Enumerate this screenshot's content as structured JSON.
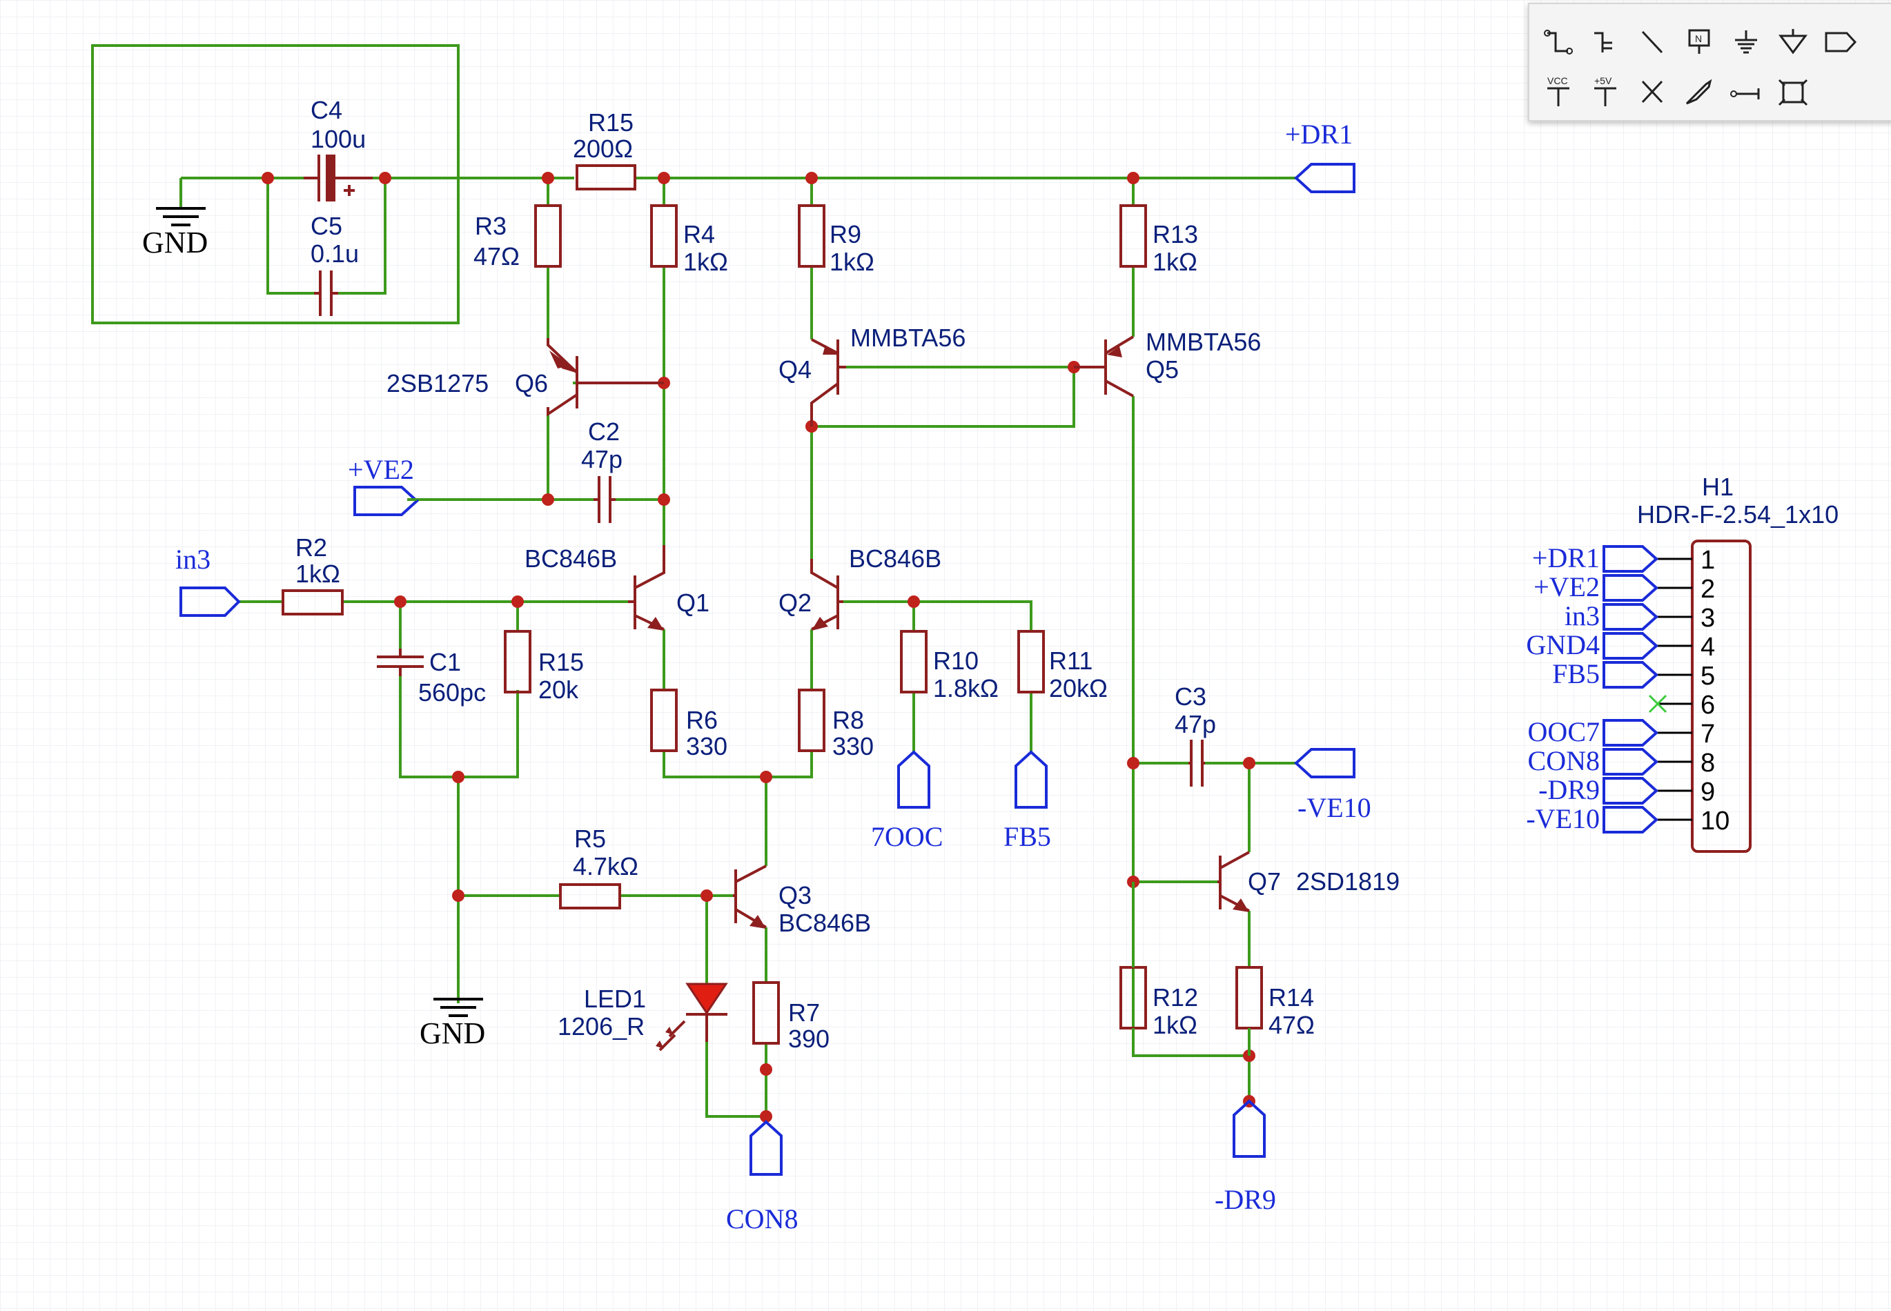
{
  "components": {
    "C4": {
      "ref": "C4",
      "value": "100u"
    },
    "C5": {
      "ref": "C5",
      "value": "0.1u"
    },
    "R15a": {
      "ref": "R15",
      "value": "200Ω"
    },
    "R3": {
      "ref": "R3",
      "value": "47Ω"
    },
    "R4": {
      "ref": "R4",
      "value": "1kΩ"
    },
    "R9": {
      "ref": "R9",
      "value": "1kΩ"
    },
    "R13": {
      "ref": "R13",
      "value": "1kΩ"
    },
    "Q4": {
      "ref": "Q4",
      "value": "MMBTA56"
    },
    "Q5": {
      "ref": "Q5",
      "value": "MMBTA56"
    },
    "Q6": {
      "ref": "Q6",
      "value": "2SB1275"
    },
    "C2": {
      "ref": "C2",
      "value": "47p"
    },
    "Q1": {
      "ref": "Q1",
      "value": "BC846B"
    },
    "Q2": {
      "ref": "Q2",
      "value": "BC846B"
    },
    "R2": {
      "ref": "R2",
      "value": "1kΩ"
    },
    "C1": {
      "ref": "C1",
      "value": "560pc"
    },
    "R15b": {
      "ref": "R15",
      "value": "20k"
    },
    "R6": {
      "ref": "R6",
      "value": "330"
    },
    "R8": {
      "ref": "R8",
      "value": "330"
    },
    "R10": {
      "ref": "R10",
      "value": "1.8kΩ"
    },
    "R11": {
      "ref": "R11",
      "value": "20kΩ"
    },
    "C3": {
      "ref": "C3",
      "value": "47p"
    },
    "R5": {
      "ref": "R5",
      "value": "4.7kΩ"
    },
    "Q3": {
      "ref": "Q3",
      "value": "BC846B"
    },
    "Q7": {
      "ref": "Q7",
      "value": "2SD1819"
    },
    "LED1": {
      "ref": "LED1",
      "value": "1206_R"
    },
    "R7": {
      "ref": "R7",
      "value": "390"
    },
    "R12": {
      "ref": "R12",
      "value": "1kΩ"
    },
    "R14": {
      "ref": "R14",
      "value": "47Ω"
    },
    "H1": {
      "ref": "H1",
      "value": "HDR-F-2.54_1x10"
    }
  },
  "nets": {
    "dr1": "+DR1",
    "ve2": "+VE2",
    "in3": "in3",
    "gnd": "GND",
    "ooc7": "7OOC",
    "fb5": "FB5",
    "ve10": "-VE10",
    "con8": "CON8",
    "dr9": "-DR9"
  },
  "header_pins": [
    {
      "num": "1",
      "net": "+DR1"
    },
    {
      "num": "2",
      "net": "+VE2"
    },
    {
      "num": "3",
      "net": "in3"
    },
    {
      "num": "4",
      "net": "GND4"
    },
    {
      "num": "5",
      "net": "FB5"
    },
    {
      "num": "6",
      "net": ""
    },
    {
      "num": "7",
      "net": "OOC7"
    },
    {
      "num": "8",
      "net": "CON8"
    },
    {
      "num": "9",
      "net": "-DR9"
    },
    {
      "num": "10",
      "net": "-VE10"
    }
  ],
  "toolbar": {
    "vcc_label": "VCC",
    "plus5v_label": "+5V",
    "netlabel_label": "N"
  },
  "colors": {
    "wire": "#3d9a1c",
    "part": "#8e1f1f",
    "net_flag": "#1a2bd8",
    "junction": "#c0221c",
    "led_fill": "#e01e12"
  }
}
